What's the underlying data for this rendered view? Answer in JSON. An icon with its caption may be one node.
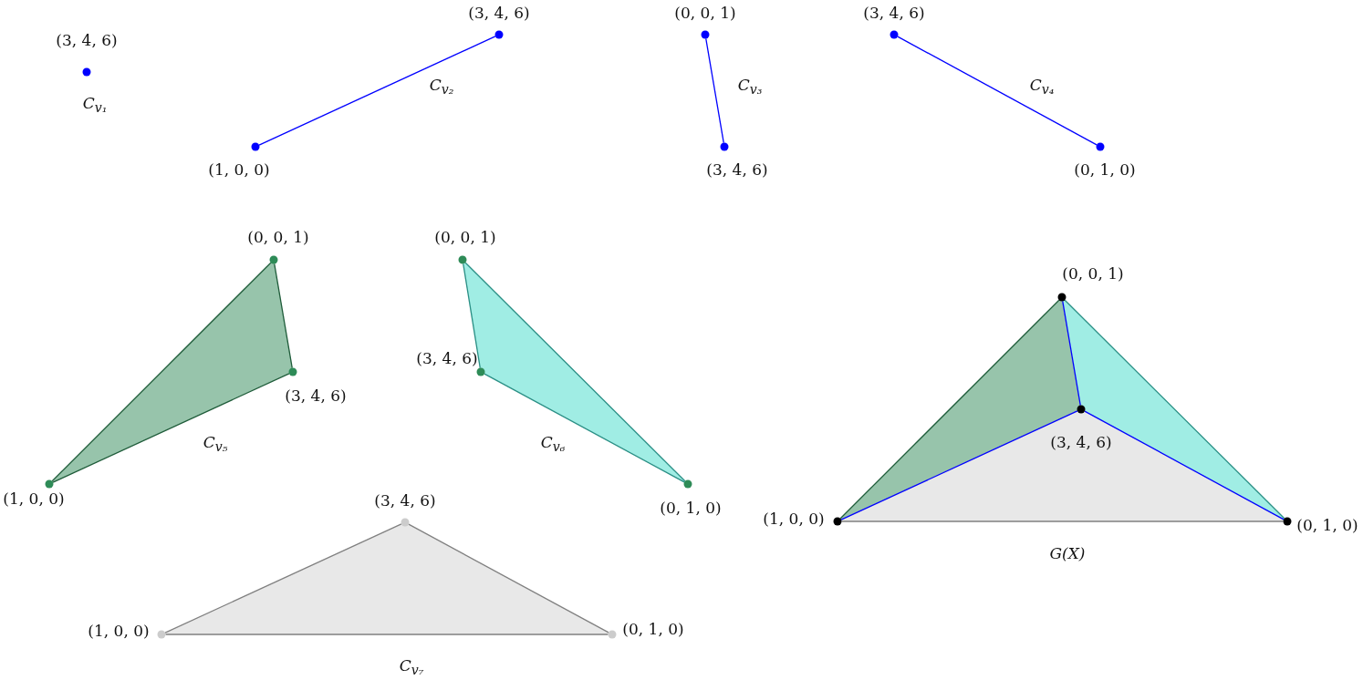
{
  "diagram": {
    "nodes": [
      {
        "text": [
          "(3, 4, 6)"
        ]
      },
      {
        "text": [
          "(3, 4, 6)"
        ]
      },
      {
        "text": [
          "(1, 0, 0)"
        ]
      },
      {
        "text": [
          "(0, 0, 1)"
        ]
      },
      {
        "text": [
          "(3, 4, 6)"
        ]
      },
      {
        "text": [
          "(3, 4, 6)"
        ]
      },
      {
        "text": [
          "(0, 1, 0)"
        ]
      },
      {
        "text": [
          "(0, 0, 1)"
        ]
      },
      {
        "text": [
          "(3, 4, 6)"
        ]
      },
      {
        "text": [
          "(1, 0, 0)"
        ]
      },
      {
        "text": [
          "(0, 0, 1)"
        ]
      },
      {
        "text": [
          "(3, 4, 6)"
        ]
      },
      {
        "text": [
          "(0, 1, 0)"
        ]
      },
      {
        "text": [
          "(0, 0, 1)"
        ]
      },
      {
        "text": [
          "(3, 4, 6)"
        ]
      },
      {
        "text": [
          "(1, 0, 0)"
        ]
      },
      {
        "text": [
          "(0, 1, 0)"
        ]
      },
      {
        "text": [
          "(3, 4, 6)"
        ]
      },
      {
        "text": [
          "(1, 0, 0)"
        ]
      },
      {
        "text": [
          "(0, 1, 0)"
        ]
      }
    ],
    "edges": [
      {
        "from": 1,
        "to": 2,
        "arrow": "none",
        "color": "#0000ff"
      },
      {
        "from": 3,
        "to": 4,
        "arrow": "none",
        "color": "#0000ff"
      },
      {
        "from": 5,
        "to": 6,
        "arrow": "none",
        "color": "#0000ff"
      },
      {
        "from": 7,
        "to": 8,
        "arrow": "none",
        "color": "#1f5c3a"
      },
      {
        "from": 8,
        "to": 9,
        "arrow": "none",
        "color": "#1f5c3a"
      },
      {
        "from": 9,
        "to": 7,
        "arrow": "none",
        "color": "#1f5c3a"
      },
      {
        "from": 10,
        "to": 11,
        "arrow": "none",
        "color": "#2a8f85"
      },
      {
        "from": 11,
        "to": 12,
        "arrow": "none",
        "color": "#2a8f85"
      },
      {
        "from": 12,
        "to": 10,
        "arrow": "none",
        "color": "#2a8f85"
      },
      {
        "from": 13,
        "to": 15,
        "arrow": "none",
        "color": "#1f5c3a"
      },
      {
        "from": 13,
        "to": 16,
        "arrow": "none",
        "color": "#2a8f85"
      },
      {
        "from": 15,
        "to": 16,
        "arrow": "none",
        "color": "#808080"
      },
      {
        "from": 13,
        "to": 14,
        "arrow": "none",
        "color": "#0000ff"
      },
      {
        "from": 14,
        "to": 15,
        "arrow": "none",
        "color": "#0000ff"
      },
      {
        "from": 14,
        "to": 16,
        "arrow": "none",
        "color": "#0000ff"
      },
      {
        "from": 17,
        "to": 18,
        "arrow": "none",
        "color": "#808080"
      },
      {
        "from": 18,
        "to": 19,
        "arrow": "none",
        "color": "#808080"
      },
      {
        "from": 19,
        "to": 17,
        "arrow": "none",
        "color": "#808080"
      }
    ],
    "labels": [
      "C$_{v₁}$",
      "C$_{v₂}$",
      "C$_{v₃}$",
      "C$_{v₄}$",
      "C$_{v₅}$",
      "C$_{v₆}$",
      "G(X)",
      "C$_{v₇}$"
    ]
  }
}
